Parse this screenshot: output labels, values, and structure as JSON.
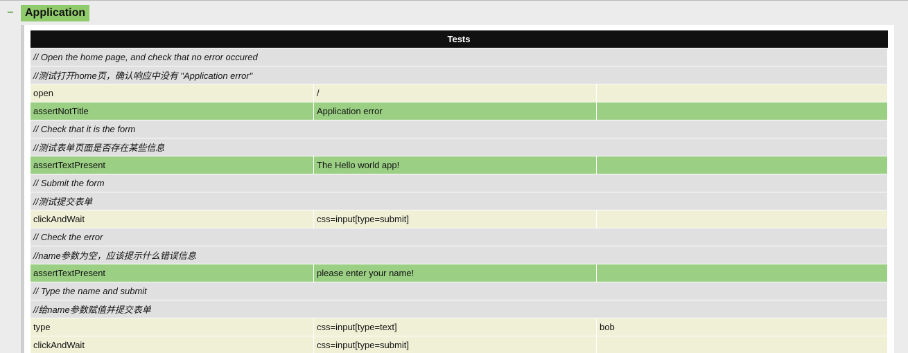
{
  "header": {
    "toggle_symbol": "−",
    "title": "Application"
  },
  "table": {
    "caption": "Tests",
    "rows": [
      {
        "kind": "comment",
        "text": "// Open the home page, and check that no error occured"
      },
      {
        "kind": "comment",
        "text": "//测试打开home页，确认响应中没有 \"Application error\""
      },
      {
        "kind": "cmd",
        "command": "open",
        "target": "/",
        "value": ""
      },
      {
        "kind": "pass",
        "command": "assertNotTitle",
        "target": "Application error",
        "value": ""
      },
      {
        "kind": "comment",
        "text": "// Check that it is the form"
      },
      {
        "kind": "comment",
        "text": "//测试表单页面是否存在某些信息"
      },
      {
        "kind": "pass",
        "command": "assertTextPresent",
        "target": "The Hello world app!",
        "value": ""
      },
      {
        "kind": "comment",
        "text": "// Submit the form"
      },
      {
        "kind": "comment",
        "text": "//测试提交表单"
      },
      {
        "kind": "cmd",
        "command": "clickAndWait",
        "target": "css=input[type=submit]",
        "value": ""
      },
      {
        "kind": "comment",
        "text": "// Check the error"
      },
      {
        "kind": "comment",
        "text": "//name参数为空，应该提示什么错误信息"
      },
      {
        "kind": "pass",
        "command": "assertTextPresent",
        "target": "please enter your name!",
        "value": ""
      },
      {
        "kind": "comment",
        "text": "// Type the name and submit"
      },
      {
        "kind": "comment",
        "text": "//给name参数赋值并提交表单"
      },
      {
        "kind": "cmd",
        "command": "type",
        "target": "css=input[type=text]",
        "value": "bob"
      },
      {
        "kind": "cmd",
        "command": "clickAndWait",
        "target": "css=input[type=submit]",
        "value": ""
      }
    ]
  },
  "colors": {
    "header_bg": "#8fcb6a",
    "table_header_bg": "#111111",
    "comment_row_bg": "#e0e0e0",
    "command_row_bg": "#eff0d6",
    "passed_row_bg": "#9bcf84"
  }
}
